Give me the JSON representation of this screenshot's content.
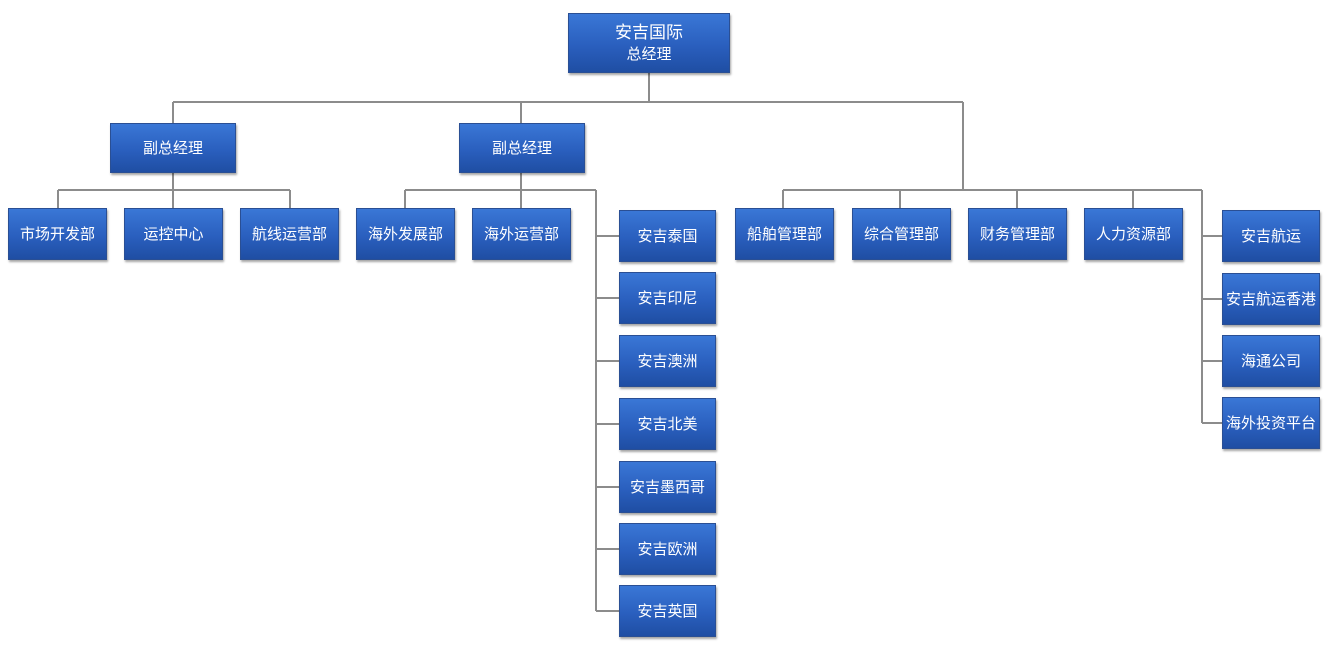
{
  "root": {
    "title": "安吉国际",
    "subtitle": "总经理"
  },
  "vp_left": {
    "label": "副总经理"
  },
  "vp_mid": {
    "label": "副总经理"
  },
  "dept": {
    "market": "市场开发部",
    "ops_control": "运控中心",
    "route_ops": "航线运营部",
    "overseas_dev": "海外发展部",
    "overseas_ops": "海外运营部",
    "ship_mgmt": "船舶管理部",
    "general_mgmt": "综合管理部",
    "finance_mgmt": "财务管理部",
    "hr": "人力资源部"
  },
  "overseas_subs": [
    "安吉泰国",
    "安吉印尼",
    "安吉澳洲",
    "安吉北美",
    "安吉墨西哥",
    "安吉欧洲",
    "安吉英国"
  ],
  "shipping_subs": [
    "安吉航运",
    "安吉航运香港",
    "海通公司",
    "海外投资平台"
  ],
  "colors": {
    "node_top": "#3a77d6",
    "node_bottom": "#1f4ea3",
    "connector": "#8c8c8c",
    "text": "#ffffff"
  }
}
